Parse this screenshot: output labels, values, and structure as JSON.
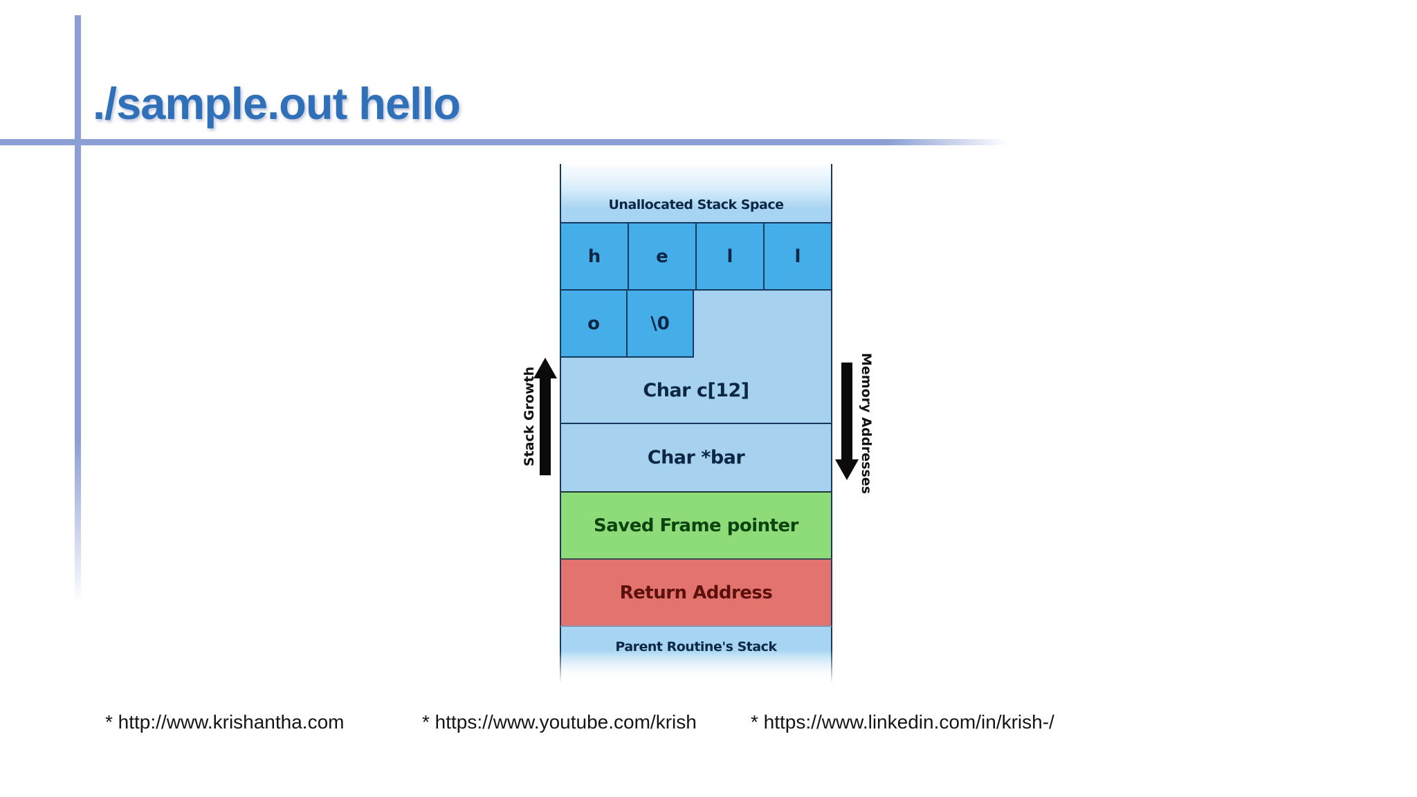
{
  "slide": {
    "title": "./sample.out hello"
  },
  "diagram": {
    "unallocated_label": "Unallocated Stack Space",
    "row1": [
      "h",
      "e",
      "l",
      "l"
    ],
    "row2": [
      "o",
      "\\0"
    ],
    "char_array_label": "Char c[12]",
    "char_pointer_label": "Char *bar",
    "saved_frame_label": "Saved Frame pointer",
    "return_address_label": "Return Address",
    "parent_stack_label": "Parent Routine's Stack",
    "left_arrow_label": "Stack Growth",
    "right_arrow_label": "Memory Addresses",
    "colors": {
      "buffer_cell_blue": "#45aee9",
      "section_light_blue": "#a6d2ef",
      "saved_frame_green": "#8edc79",
      "return_address_red": "#e2736e",
      "border_navy": "#15395e",
      "title_blue": "#3070b8",
      "decor_periwinkle": "#8c9fd4"
    }
  },
  "footer": {
    "links": [
      "* http://www.krishantha.com",
      "* https://www.youtube.com/krish",
      "* https://www.linkedin.com/in/krish-/"
    ]
  }
}
